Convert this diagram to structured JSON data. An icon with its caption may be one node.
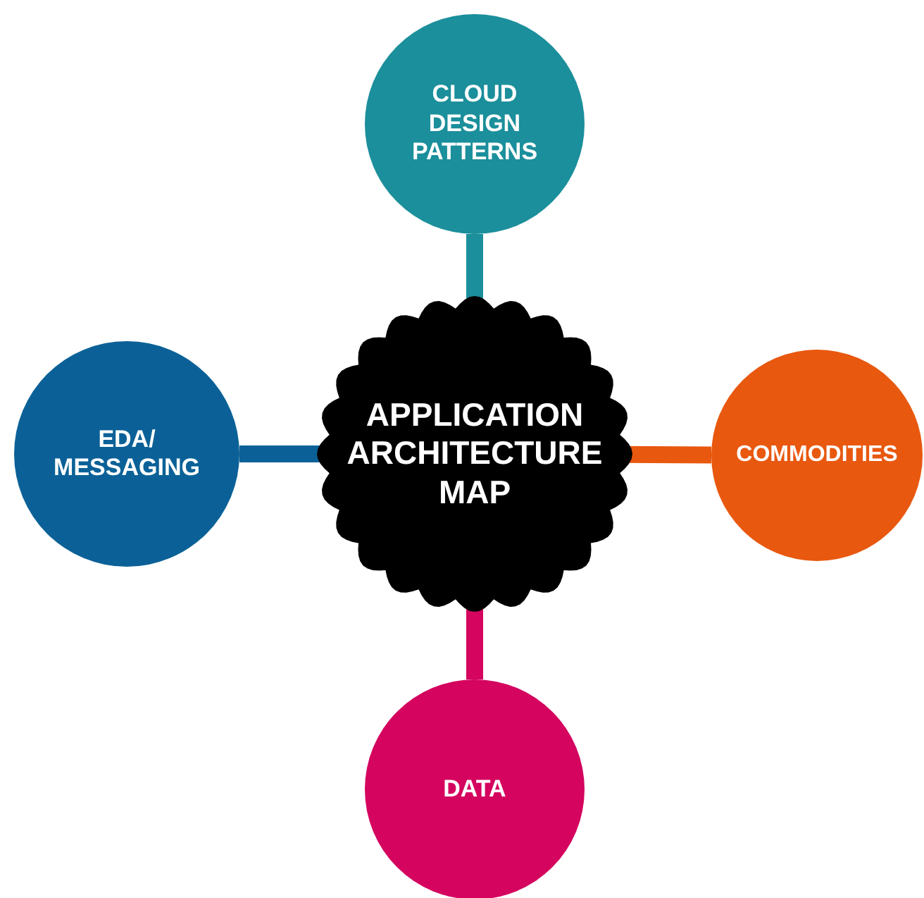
{
  "diagram": {
    "nodes": [
      {
        "text": [
          "APPLICATION ARCHITECTURE MAP"
        ]
      },
      {
        "text": [
          "CLOUD DESIGN PATTERNS"
        ]
      },
      {
        "text": [
          "EDA/ MESSAGING"
        ]
      },
      {
        "text": [
          "COMMODITIES"
        ]
      },
      {
        "text": [
          "DATA"
        ]
      }
    ],
    "edges": [
      {
        "from": 0,
        "to": 1,
        "arrow": "none",
        "color": "#1b8f9b"
      },
      {
        "from": 0,
        "to": 2,
        "arrow": "none",
        "color": "#0b6197"
      },
      {
        "from": 0,
        "to": 3,
        "arrow": "none",
        "color": "#e8580f"
      },
      {
        "from": 0,
        "to": 4,
        "arrow": "none",
        "color": "#d4045f"
      }
    ]
  }
}
